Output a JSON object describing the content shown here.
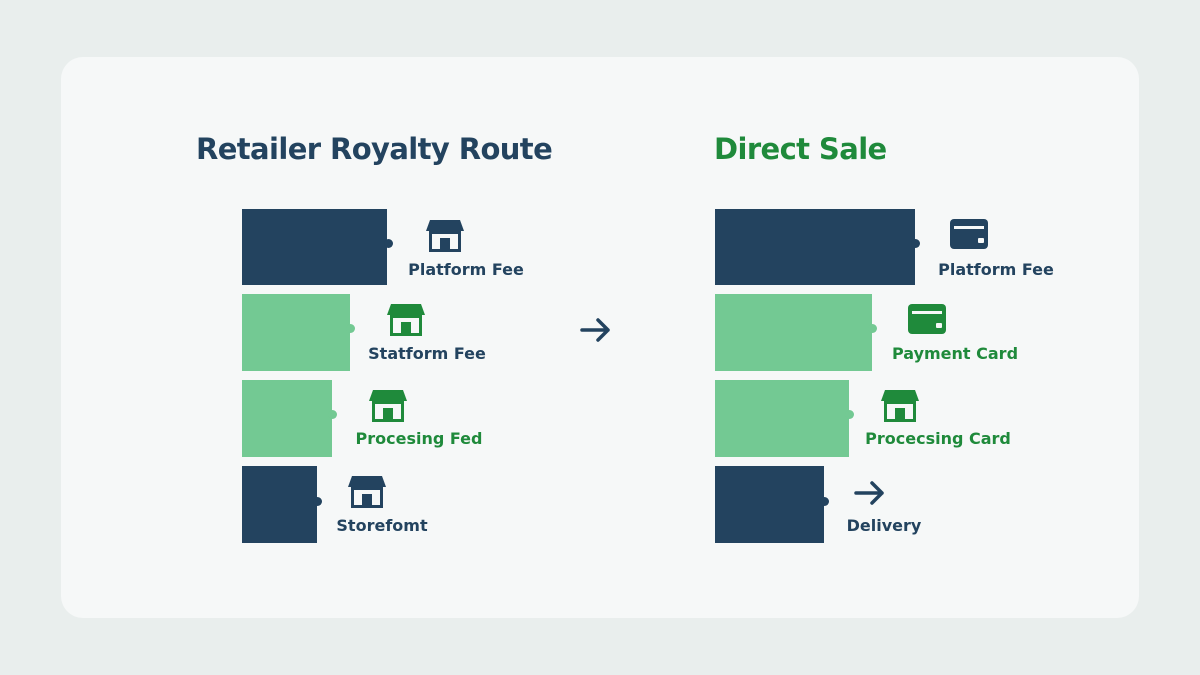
{
  "colors": {
    "dark": "#23435f",
    "light": "#73c993",
    "green_text": "#1f8a3b",
    "background": "#e9eeed",
    "card": "#f6f8f8"
  },
  "left": {
    "title": "Retailer Royalty Route",
    "rows": [
      {
        "label": "Platform Fee",
        "icon": "storefront-icon",
        "tone": "dark"
      },
      {
        "label": "Statform Fee",
        "icon": "storefront-icon",
        "tone": "light"
      },
      {
        "label": "Procesing Fed",
        "icon": "storefront-icon",
        "tone": "light"
      },
      {
        "label": "Storefomt",
        "icon": "storefront-icon",
        "tone": "dark"
      }
    ]
  },
  "right": {
    "title": "Direct Sale",
    "rows": [
      {
        "label": "Platform Fee",
        "icon": "credit-card-icon",
        "tone": "dark"
      },
      {
        "label": "Payment Card",
        "icon": "credit-card-icon",
        "tone": "light"
      },
      {
        "label": "Procecsing Card",
        "icon": "storefront-icon",
        "tone": "light"
      },
      {
        "label": "Delivery",
        "icon": "arrow-right-icon",
        "tone": "dark"
      }
    ]
  },
  "middle": {
    "icon": "arrow-right-icon"
  }
}
